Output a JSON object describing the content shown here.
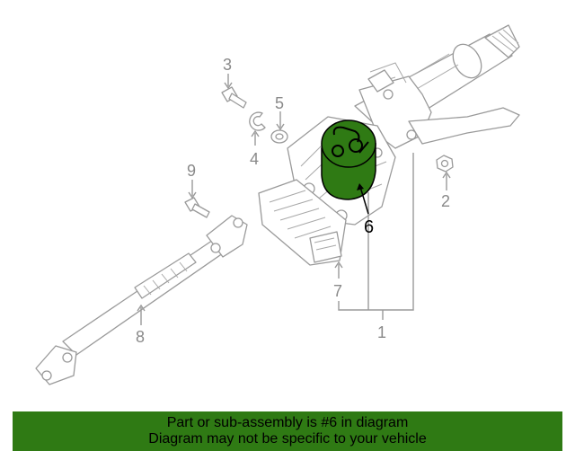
{
  "diagram": {
    "callouts": {
      "c1": "1",
      "c2": "2",
      "c3": "3",
      "c4": "4",
      "c5": "5",
      "c6": "6",
      "c7": "7",
      "c8": "8",
      "c9": "9"
    },
    "highlight_color": "#2f7a14",
    "highlighted_part": "6"
  },
  "banner": {
    "line1": "Part or sub-assembly is #6 in diagram",
    "line2": "Diagram may not be specific to your vehicle",
    "background": "#2f7a14"
  }
}
